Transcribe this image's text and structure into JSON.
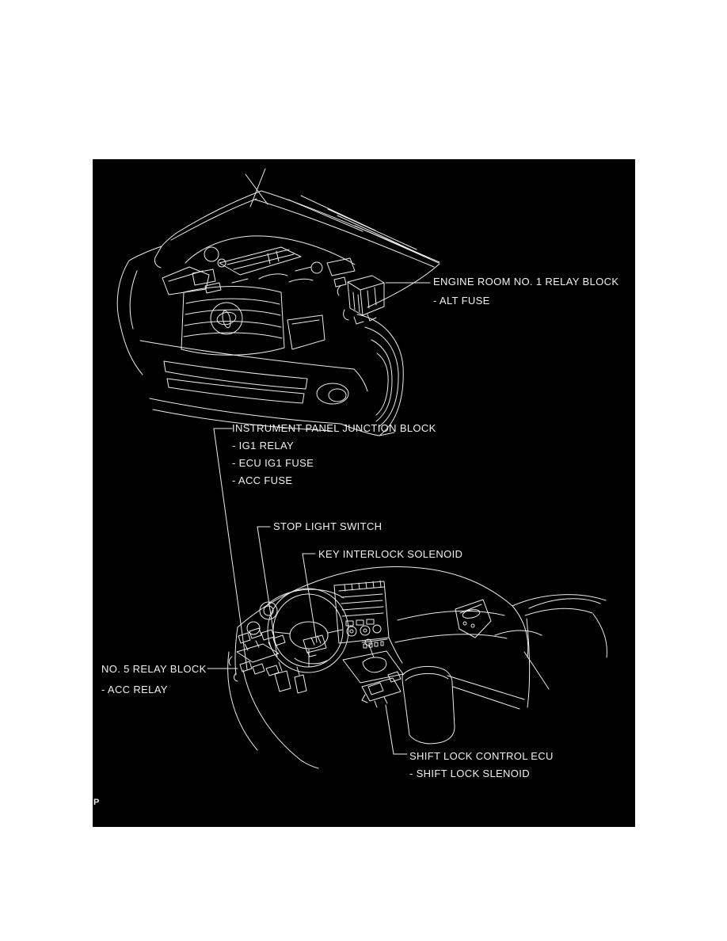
{
  "figure": {
    "type": "component-location-diagram",
    "marker": "P",
    "colors": {
      "page_background": "#ffffff",
      "figure_background": "#000000",
      "line_color": "#ececec",
      "text_color": "#f1f1f1"
    },
    "illustrations": [
      {
        "id": "engine-bay",
        "description": "vehicle front three-quarter view with hood open showing engine compartment, grille, emblem, bumper, fog lamp and front wheel"
      },
      {
        "id": "dashboard",
        "description": "instrument panel interior view with steering wheel, center stack, shifter console, pedals and passenger door"
      }
    ],
    "callouts": [
      {
        "id": "engine-room-no1-relay-block",
        "title": "ENGINE ROOM NO. 1 RELAY BLOCK",
        "items": [
          "- ALT FUSE"
        ]
      },
      {
        "id": "instrument-panel-junction-block",
        "title": "INSTRUMENT PANEL JUNCTION BLOCK",
        "items": [
          "- IG1 RELAY",
          "- ECU IG1 FUSE",
          "- ACC FUSE"
        ]
      },
      {
        "id": "stop-light-switch",
        "title": "STOP LIGHT SWITCH",
        "items": []
      },
      {
        "id": "key-interlock-solenoid",
        "title": "KEY INTERLOCK SOLENOID",
        "items": []
      },
      {
        "id": "no5-relay-block",
        "title": "NO. 5 RELAY BLOCK",
        "items": [
          "- ACC RELAY"
        ]
      },
      {
        "id": "shift-lock-control-ecu",
        "title": "SHIFT LOCK CONTROL ECU",
        "items": [
          "- SHIFT LOCK SLENOID"
        ]
      }
    ]
  }
}
